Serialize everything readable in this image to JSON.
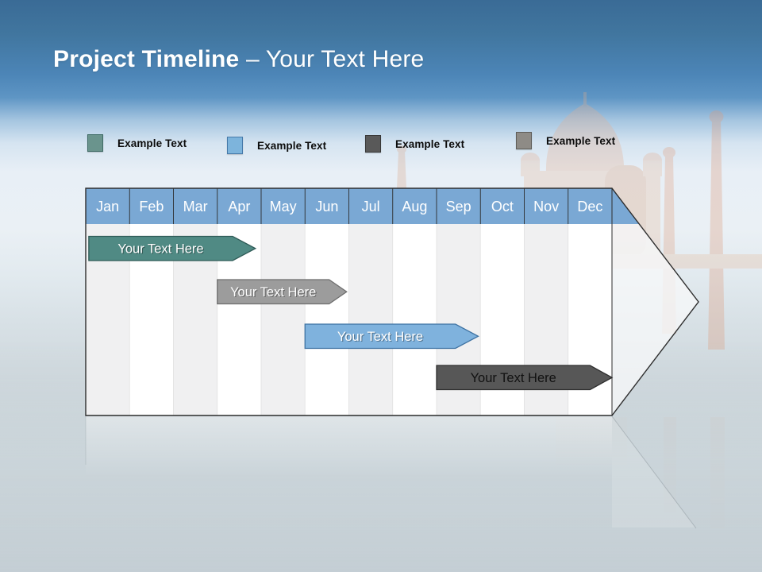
{
  "slide": {
    "title": {
      "main": "Project Timeline",
      "rest": "– Your Text Here"
    }
  },
  "legend": {
    "items": [
      {
        "label": "Example Text",
        "color": "#6A948D",
        "border": "#3F6B66"
      },
      {
        "label": "Example Text",
        "color": "#7DB4DC",
        "border": "#4579A9"
      },
      {
        "label": "Example Text",
        "color": "#595959",
        "border": "#383838"
      },
      {
        "label": "Example Text",
        "color": "#8E8B86",
        "border": "#5F5D59"
      }
    ]
  },
  "chart_data": {
    "type": "bar",
    "subtype": "gantt-project-timeline-arrow",
    "title": "Project Timeline – Your Text Here",
    "categories": [
      "Jan",
      "Feb",
      "Mar",
      "Apr",
      "May",
      "Jun",
      "Jul",
      "Aug",
      "Sep",
      "Oct",
      "Nov",
      "Dec"
    ],
    "x_range_months": [
      0,
      12
    ],
    "grid": "alternating-month-stripes",
    "legend_position": "top",
    "header_fill": "#7AA8D4",
    "header_text_color": "#FFFFFF",
    "stripe_colors": [
      "#F0F0F1",
      "#FFFFFF"
    ],
    "stripe_border": "#E3E3E3",
    "outline_color": "#2E2E2E",
    "bars": [
      {
        "label": "Your  Text Here",
        "row": 0,
        "start_month": 0.07,
        "end_month": 3.35,
        "tip_month": 3.87,
        "fill": "#508A84",
        "stroke": "#2F5B57",
        "text_color": "#FFFFFF"
      },
      {
        "label": "Your  Text Here",
        "row": 1,
        "start_month": 3.0,
        "end_month": 5.55,
        "tip_month": 5.95,
        "fill": "#9C9C9C",
        "stroke": "#6E6E6E",
        "text_color": "#FFFFFF"
      },
      {
        "label": "Your  Text Here",
        "row": 2,
        "start_month": 5.0,
        "end_month": 8.43,
        "tip_month": 8.95,
        "fill": "#7FB2DD",
        "stroke": "#3F73A3",
        "text_color": "#FFFFFF"
      },
      {
        "label": "Your  Text Here",
        "row": 3,
        "start_month": 8.0,
        "end_month": 11.5,
        "tip_month": 12.0,
        "fill": "#575757",
        "stroke": "#2E2E2E",
        "text_color": "#111111"
      }
    ]
  }
}
